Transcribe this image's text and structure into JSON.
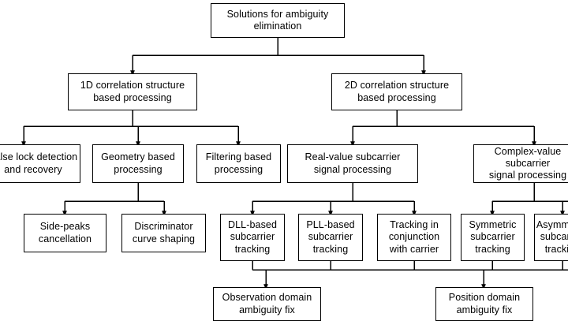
{
  "diagram": {
    "title": "Solutions for ambiguity elimination",
    "orientation": "top-down-tree",
    "colors": {
      "background": "#ffffff",
      "box_border": "#000000",
      "box_fill": "#ffffff",
      "text": "#000000",
      "connector": "#000000"
    },
    "nodes": {
      "root": {
        "label": "Solutions for ambiguity\nelimination"
      },
      "level2": [
        {
          "id": "corr1d",
          "label": "1D correlation structure\nbased processing"
        },
        {
          "id": "corr2d",
          "label": "2D correlation structure\nbased processing"
        }
      ],
      "level3": [
        {
          "id": "falselock",
          "label": "False lock detection\nand recovery",
          "clipped": "left"
        },
        {
          "id": "geometry",
          "label": "Geometry based\nprocessing"
        },
        {
          "id": "filtering",
          "label": "Filtering based\nprocessing"
        },
        {
          "id": "realvalue",
          "label": "Real-value subcarrier\nsignal processing"
        },
        {
          "id": "complexvalue",
          "label": "Complex-value subcarrier\nsignal processing",
          "clipped": "right"
        }
      ],
      "level4": [
        {
          "id": "sidepeaks",
          "label": "Side-peaks\ncancellation"
        },
        {
          "id": "discriminator",
          "label": "Discriminator\ncurve shaping"
        },
        {
          "id": "dll",
          "label": "DLL-based\nsubcarrier\ntracking"
        },
        {
          "id": "pll",
          "label": "PLL-based\nsubcarrier\ntracking"
        },
        {
          "id": "conjunction",
          "label": "Tracking in\nconjunction\nwith carrier"
        },
        {
          "id": "symmetric",
          "label": "Symmetric\nsubcarrier\ntracking"
        },
        {
          "id": "asymmetric",
          "label": "Asymmetric\nsubcarrier\ntracking",
          "clipped": "right"
        }
      ],
      "level5": [
        {
          "id": "obsfix",
          "label": "Observation domain\nambiguity fix"
        },
        {
          "id": "posfix",
          "label": "Position domain\nambiguity fix"
        }
      ]
    },
    "edges": [
      {
        "from": "root",
        "to": "corr1d"
      },
      {
        "from": "root",
        "to": "corr2d"
      },
      {
        "from": "corr1d",
        "to": "falselock"
      },
      {
        "from": "corr1d",
        "to": "geometry"
      },
      {
        "from": "corr1d",
        "to": "filtering"
      },
      {
        "from": "corr2d",
        "to": "realvalue"
      },
      {
        "from": "corr2d",
        "to": "complexvalue"
      },
      {
        "from": "geometry",
        "to": "sidepeaks"
      },
      {
        "from": "geometry",
        "to": "discriminator"
      },
      {
        "from": "realvalue",
        "to": "dll"
      },
      {
        "from": "realvalue",
        "to": "pll"
      },
      {
        "from": "realvalue",
        "to": "conjunction"
      },
      {
        "from": "complexvalue",
        "to": "symmetric"
      },
      {
        "from": "complexvalue",
        "to": "asymmetric"
      },
      {
        "from": "dll",
        "to": "obsfix"
      },
      {
        "from": "pll",
        "to": "obsfix"
      },
      {
        "from": "conjunction",
        "to": "obsfix"
      },
      {
        "from": "symmetric",
        "to": "posfix"
      },
      {
        "from": "asymmetric",
        "to": "posfix"
      }
    ]
  }
}
